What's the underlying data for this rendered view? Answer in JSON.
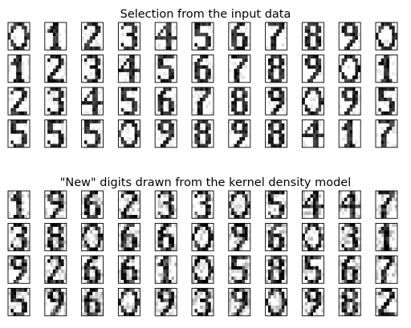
{
  "chart_data": [
    {
      "type": "heatmap",
      "title": "Selection from the input data",
      "grid": "4 rows x 11 columns of 8x8 grayscale digit images",
      "colormap": "gray_r (0 = white, 16 = black)",
      "digits": [
        [
          0,
          1,
          2,
          3,
          4,
          5,
          6,
          7,
          8,
          9,
          0
        ],
        [
          1,
          2,
          3,
          4,
          5,
          6,
          7,
          8,
          9,
          0,
          1
        ],
        [
          2,
          3,
          4,
          5,
          6,
          7,
          8,
          9,
          0,
          9,
          5
        ],
        [
          5,
          5,
          5,
          0,
          9,
          8,
          9,
          8,
          4,
          1,
          7
        ]
      ]
    },
    {
      "type": "heatmap",
      "title": "\"New\" digits drawn from the kernel density model",
      "grid": "4 rows x 11 columns of 8x8 grayscale digit images",
      "colormap": "gray_r (0 = white, 16 = black)",
      "digits": [
        [
          1,
          9,
          6,
          2,
          3,
          3,
          0,
          5,
          4,
          4,
          7
        ],
        [
          3,
          8,
          0,
          6,
          6,
          0,
          9,
          6,
          0,
          3,
          1
        ],
        [
          9,
          2,
          6,
          6,
          1,
          0,
          5,
          8,
          5,
          6,
          7
        ],
        [
          5,
          9,
          6,
          0,
          9,
          3,
          9,
          0,
          9,
          8,
          2
        ]
      ]
    }
  ]
}
